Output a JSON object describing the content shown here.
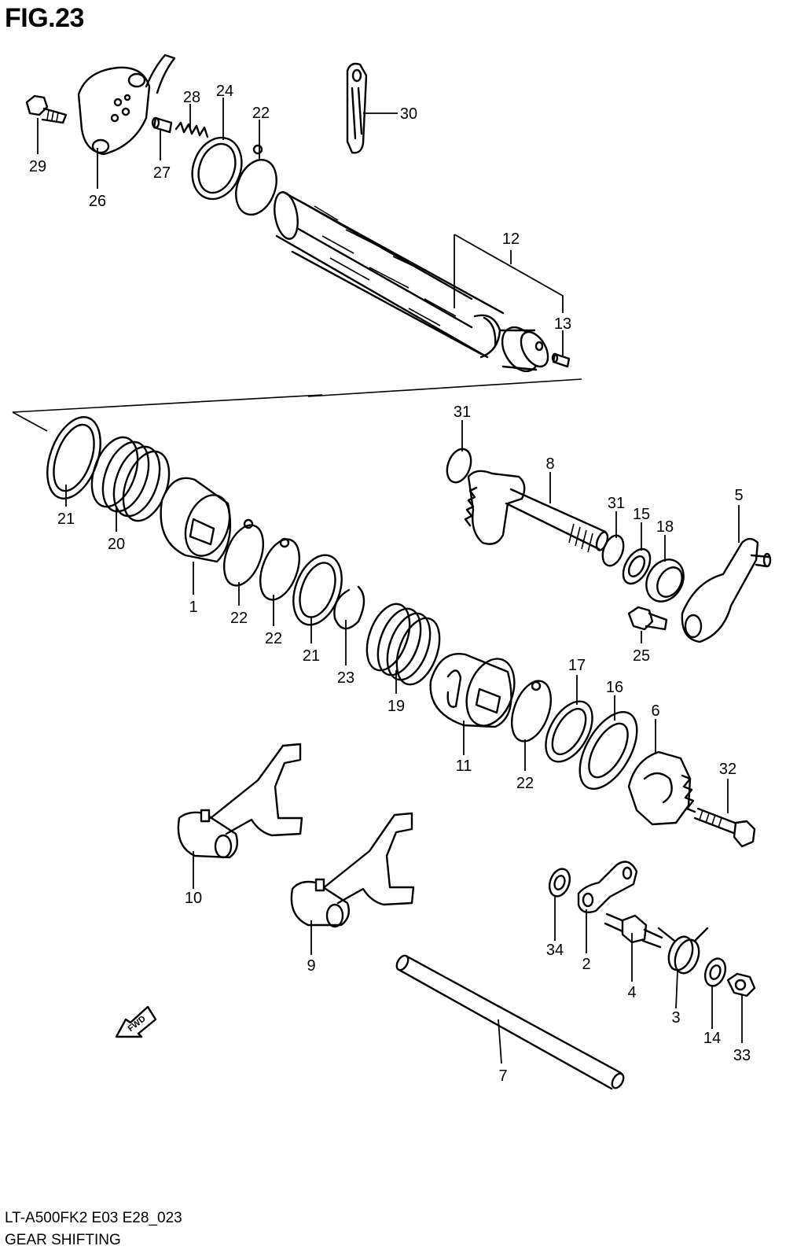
{
  "figure": {
    "title": "FIG.23",
    "code": "LT-A500FK2 E03 E28_023",
    "caption": "GEAR SHIFTING",
    "fwd_label": "FWD"
  },
  "callouts": [
    "29",
    "26",
    "28",
    "27",
    "24",
    "22",
    "30",
    "12",
    "13",
    "21",
    "20",
    "1",
    "22",
    "22",
    "21",
    "23",
    "19",
    "31",
    "8",
    "31",
    "15",
    "18",
    "5",
    "25",
    "11",
    "17",
    "16",
    "22",
    "6",
    "32",
    "10",
    "9",
    "34",
    "2",
    "4",
    "3",
    "14",
    "33",
    "7"
  ]
}
